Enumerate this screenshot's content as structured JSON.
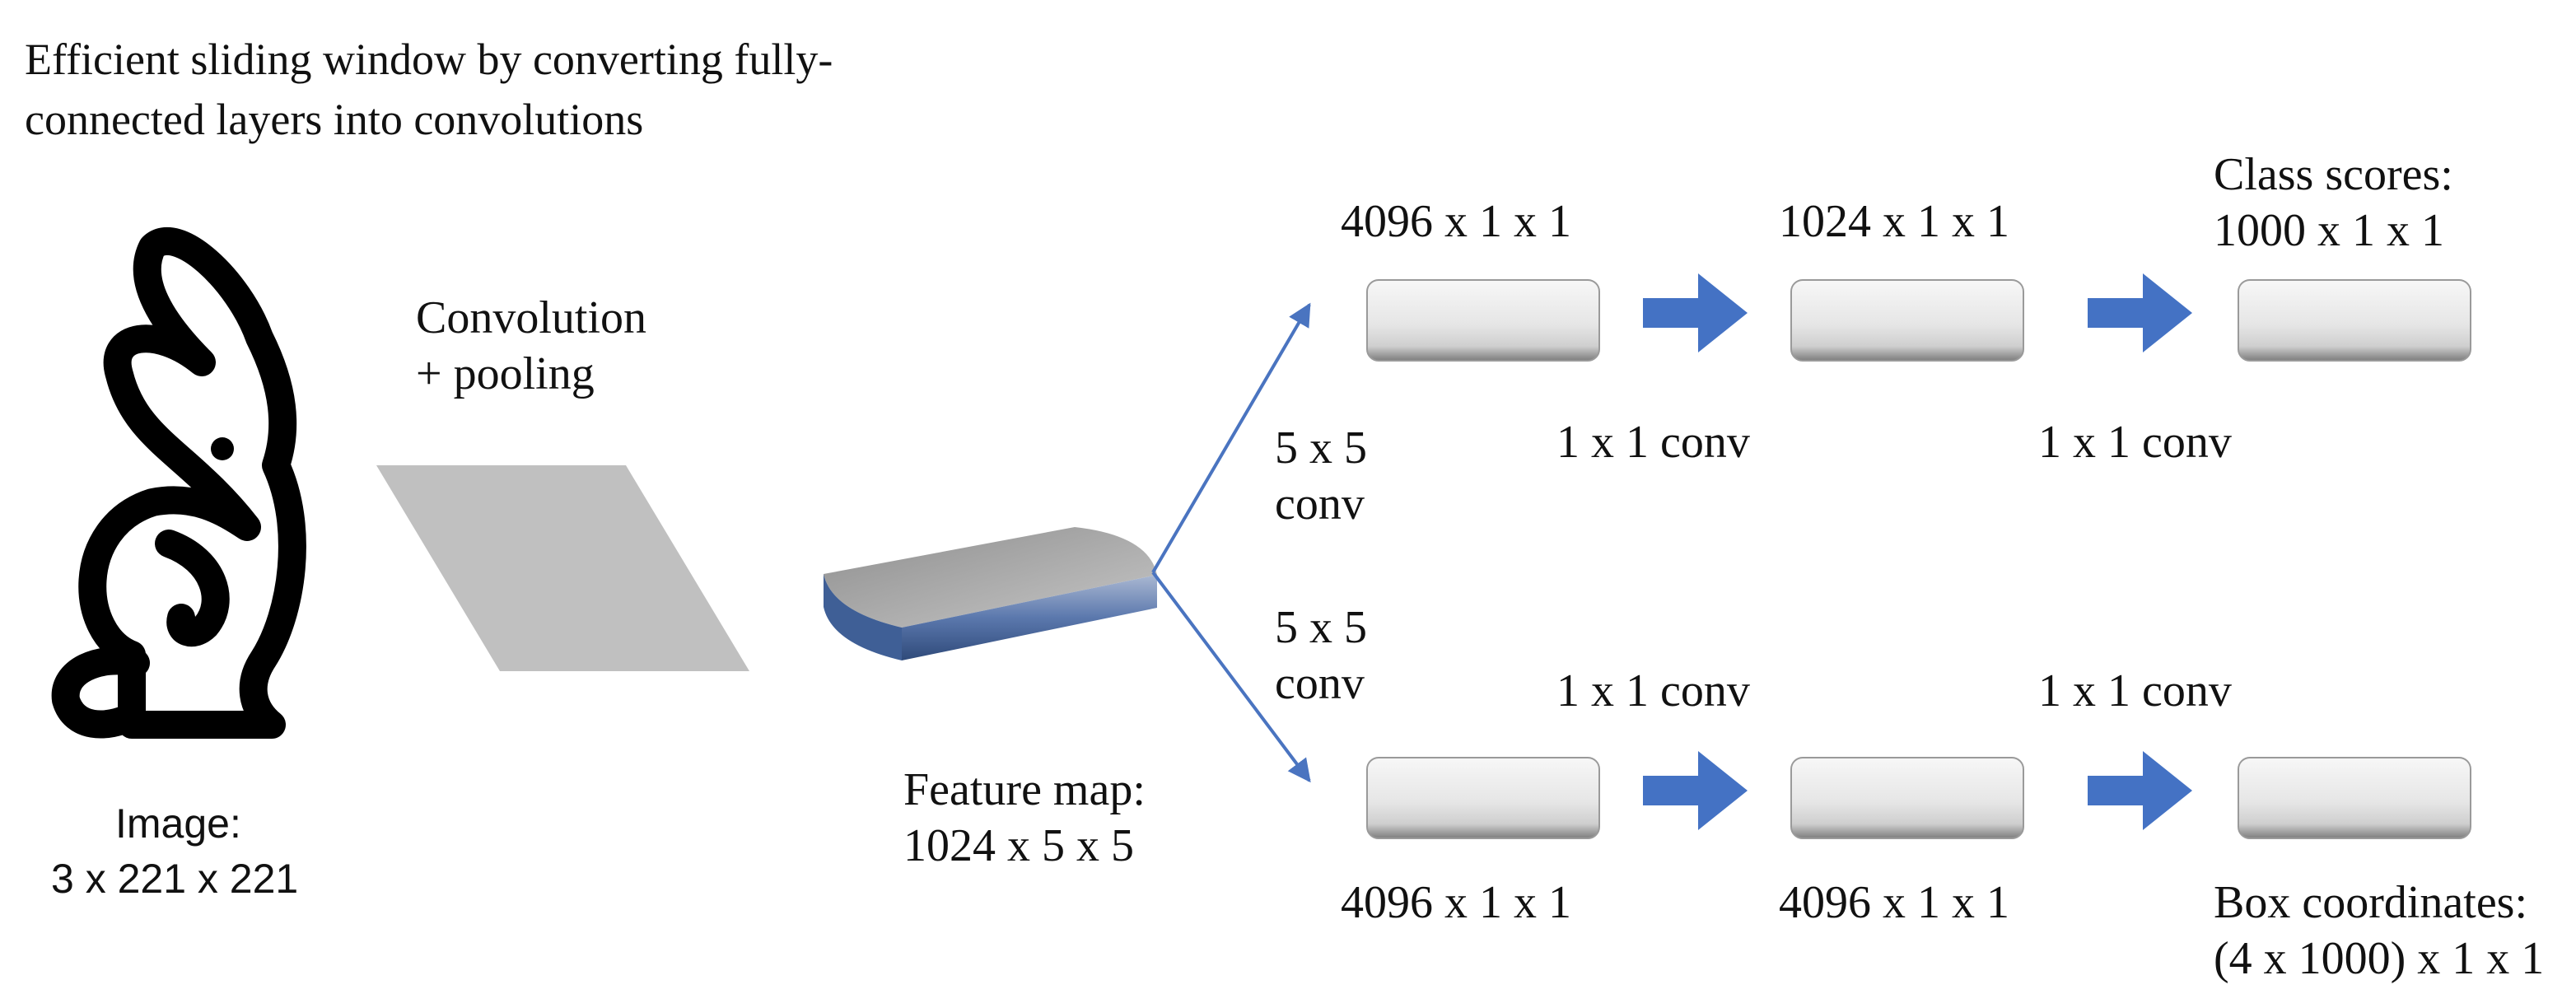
{
  "title": {
    "line1": "Efficient sliding window by converting fully-",
    "line2": "connected layers into convolutions"
  },
  "image": {
    "icon": "rabbit-icon",
    "label_line1": "Image:",
    "label_line2": "3 x 221 x 221"
  },
  "conv_pool": {
    "line1": "Convolution",
    "line2": "+ pooling"
  },
  "feature_map": {
    "line1": "Feature map:",
    "line2": "1024 x 5 x 5"
  },
  "top_branch": {
    "conv_label_line1": "5 x 5",
    "conv_label_line2": "conv",
    "layer1_dims": "4096 x 1 x 1",
    "layer2_dims": "1024 x 1 x 1",
    "output_line1": "Class scores:",
    "output_line2": "1000 x 1 x 1",
    "conv1x1_a": "1 x 1 conv",
    "conv1x1_b": "1 x 1 conv"
  },
  "bottom_branch": {
    "conv_label_line1": "5 x 5",
    "conv_label_line2": "conv",
    "layer1_dims": "4096 x 1 x 1",
    "layer2_dims": "4096 x 1 x 1",
    "output_line1": "Box coordinates:",
    "output_line2": "(4 x 1000) x 1 x 1",
    "conv1x1_a": "1 x 1 conv",
    "conv1x1_b": "1 x 1 conv"
  },
  "colors": {
    "arrow_fill": "#4472c4",
    "connector_line": "#4a74c0",
    "parallelogram": "#c0c0c0",
    "feature_map_top": "#a9a9a9",
    "feature_map_side": "#3f5f96",
    "layer_box": "#e7e7e7"
  }
}
